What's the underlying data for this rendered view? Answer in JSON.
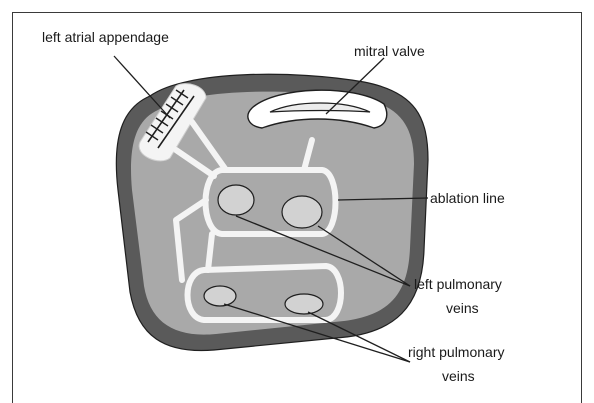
{
  "diagram": {
    "labels": {
      "left_atrial_appendage": "left atrial appendage",
      "mitral_valve": "mitral valve",
      "ablation_line": "ablation line",
      "left_pulmonary_veins_line1": "left pulmonary",
      "left_pulmonary_veins_line2": "veins",
      "right_pulmonary_veins_line1": "right pulmonary",
      "right_pulmonary_veins_line2": "veins"
    },
    "colors": {
      "outer_wall": "#5a5a5a",
      "atrium_fill": "#a9a9a9",
      "lesion_line": "#f4f4f4",
      "vein_fill": "#d2d2d2",
      "valve_fill": "#ececec",
      "stroke": "#1f1f1f"
    }
  }
}
